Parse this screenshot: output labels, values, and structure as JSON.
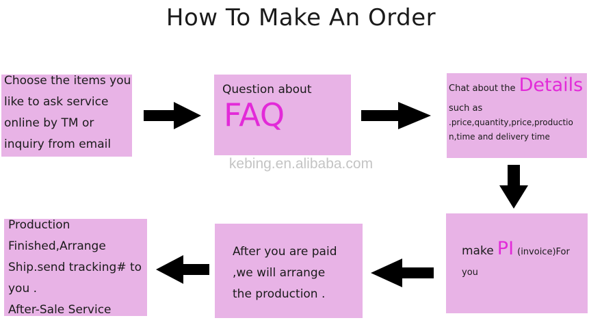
{
  "title": "How To Make An Order",
  "watermark": "kebing.en.alibaba.com",
  "steps": {
    "step1": {
      "lines": [
        "Choose the items you",
        "like to ask service",
        "online by TM or",
        "inquiry from email"
      ]
    },
    "step2": {
      "prefix": "Question about",
      "highlight": "FAQ"
    },
    "step3": {
      "prefix": "Chat about the",
      "highlight": "Details",
      "lines": [
        "such as",
        ".price,quantity,price,productio",
        "n,time and delivery time"
      ]
    },
    "step4": {
      "prefix": "make",
      "highlight": "PI",
      "suffix": "(invoice)For",
      "last": "you"
    },
    "step5": {
      "lines": [
        "After you are paid",
        ",we will arrange",
        "the production ."
      ]
    },
    "step6": {
      "lines": [
        "Production",
        "Finished,Arrange",
        "Ship.send tracking# to",
        "you .",
        "After-Sale Service"
      ]
    }
  },
  "colors": {
    "box": "#e8b3e6",
    "highlight": "#e22ad8",
    "arrow": "#000000"
  }
}
